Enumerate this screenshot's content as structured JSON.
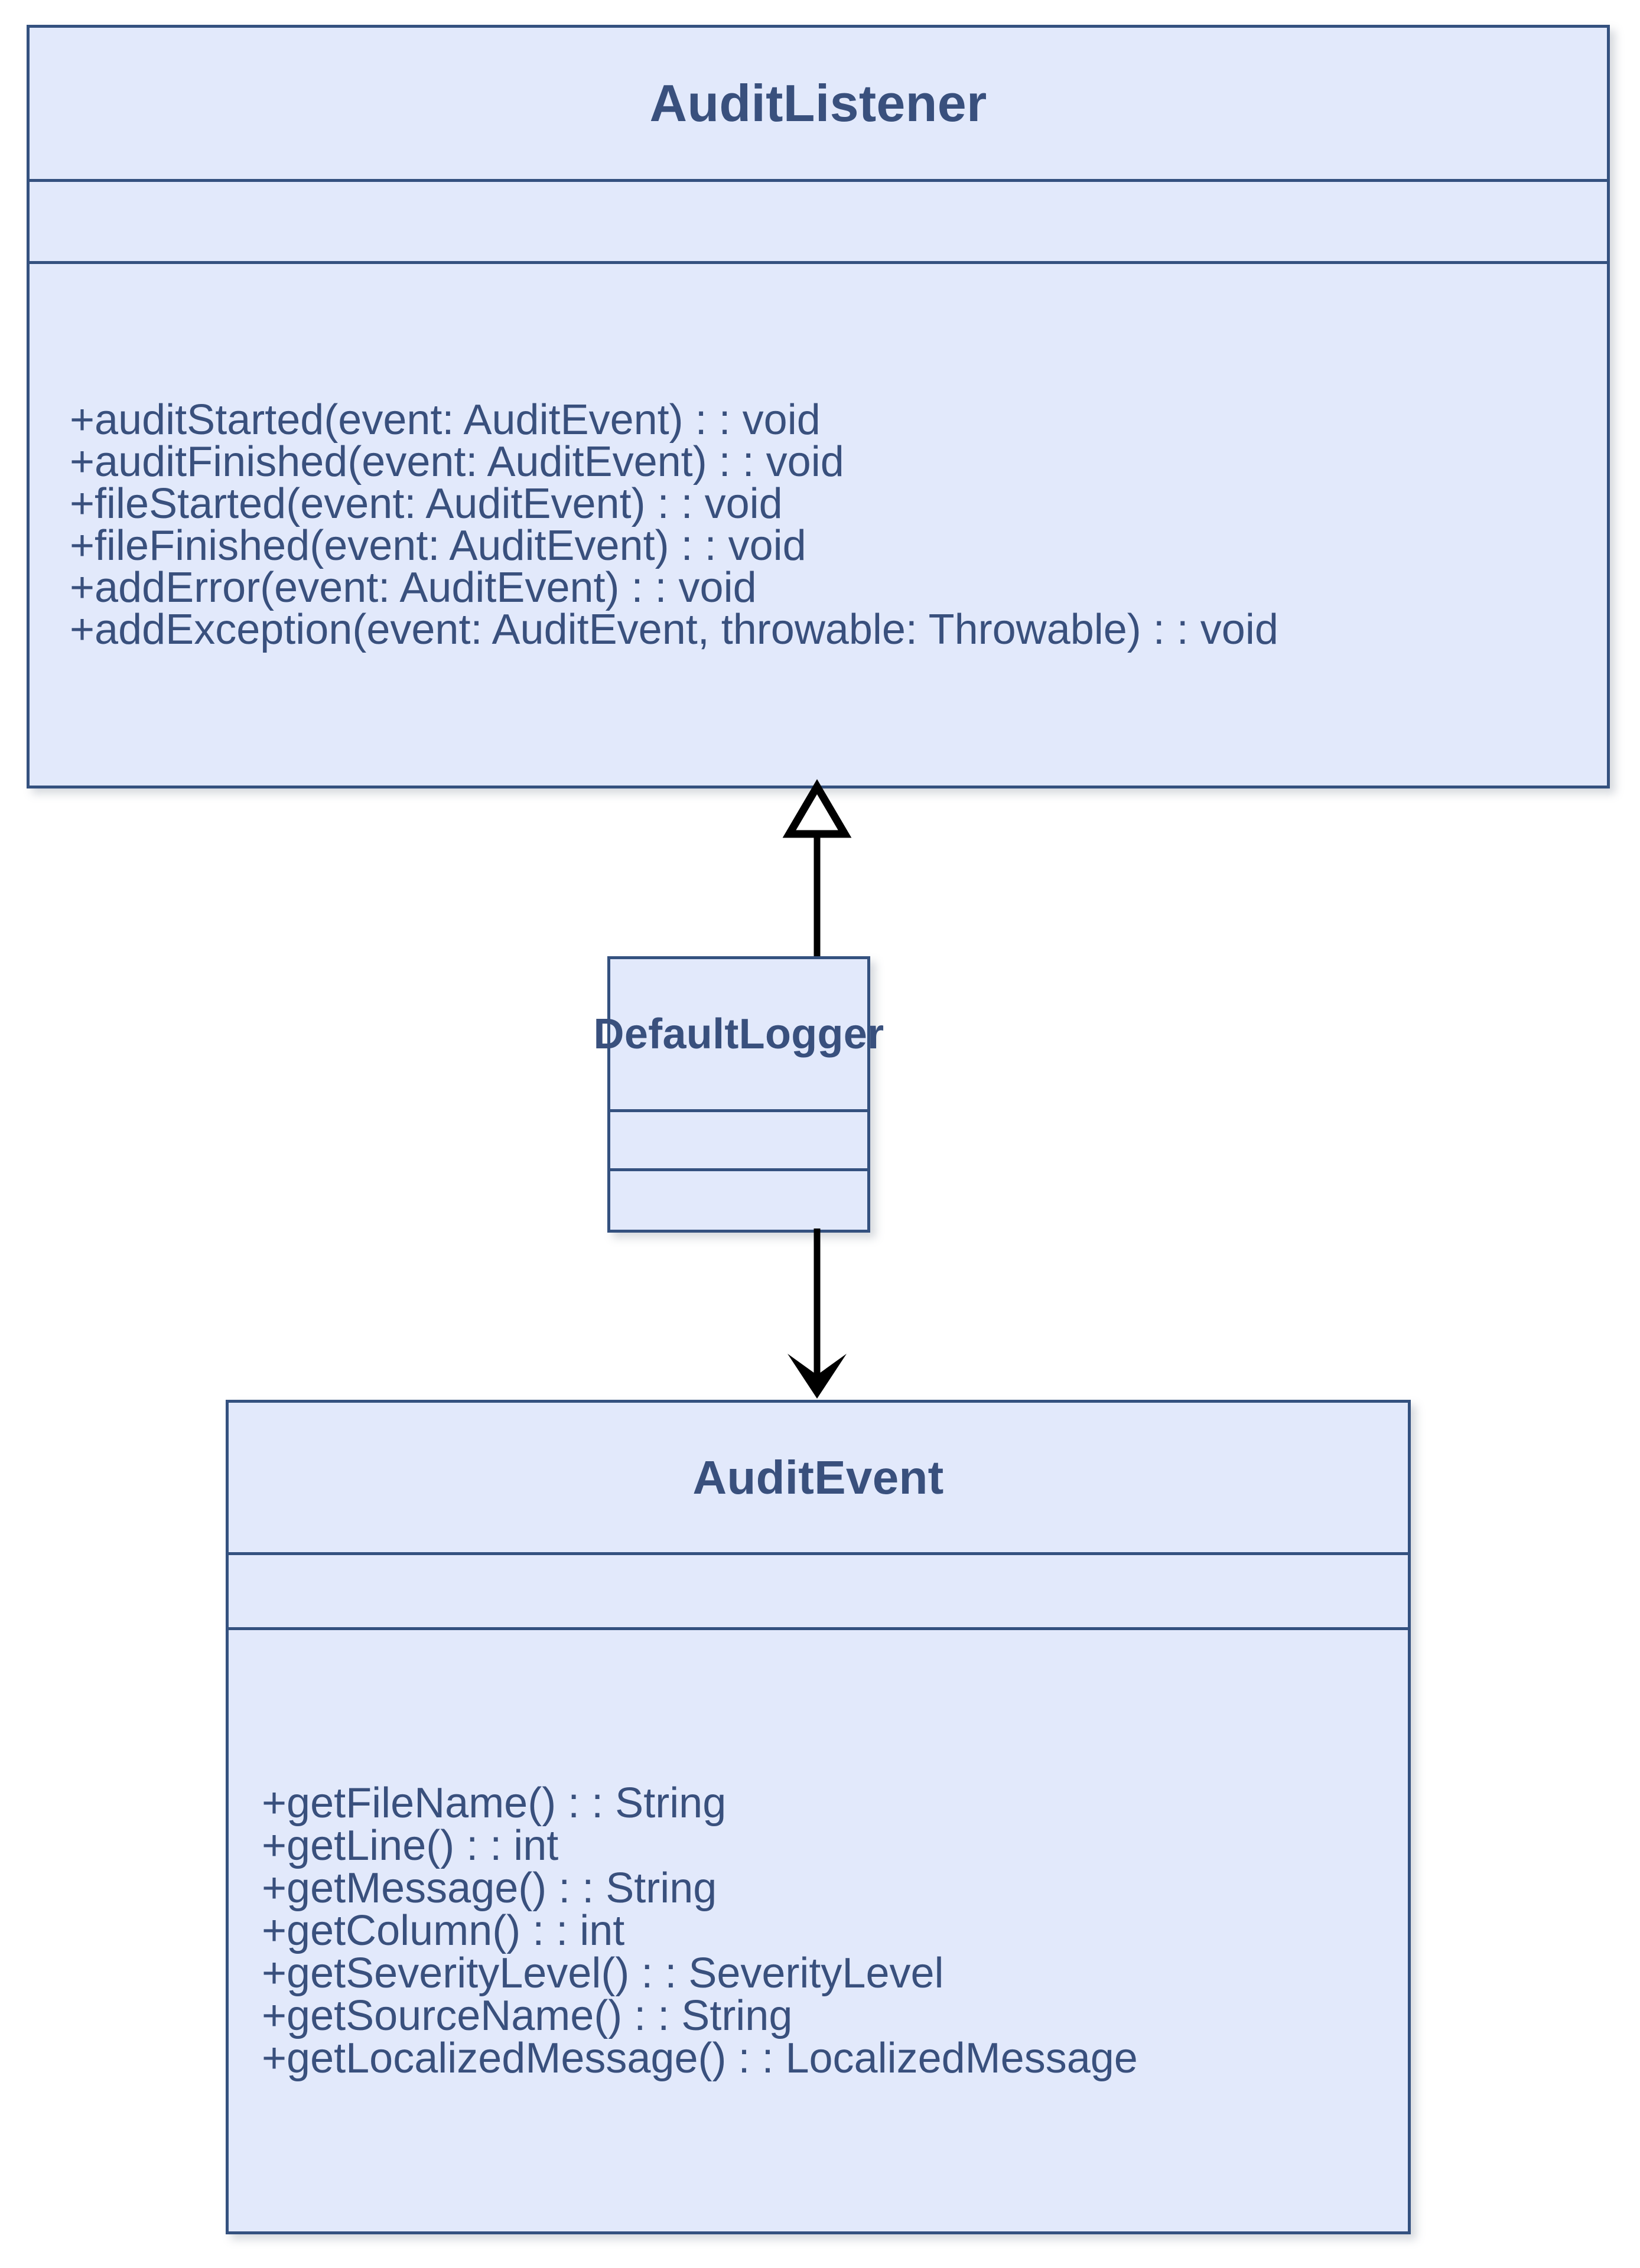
{
  "diagram": {
    "type": "uml-class-diagram",
    "colors": {
      "box_fill": "#E2E9FB",
      "box_border": "#34517F",
      "text": "#39507D",
      "connector": "#000000",
      "background": "#FFFFFF"
    },
    "classes": [
      {
        "id": "AuditListener",
        "name": "AuditListener",
        "attributes": [],
        "methods": [
          "+auditStarted(event: AuditEvent) : : void",
          "+auditFinished(event: AuditEvent) : : void",
          "+fileStarted(event: AuditEvent) : : void",
          "+fileFinished(event: AuditEvent) : : void",
          "+addError(event: AuditEvent) : : void",
          "+addException(event: AuditEvent, throwable: Throwable) : : void"
        ]
      },
      {
        "id": "DefaultLogger",
        "name": "DefaultLogger",
        "attributes": [],
        "methods": []
      },
      {
        "id": "AuditEvent",
        "name": "AuditEvent",
        "attributes": [],
        "methods": [
          "+getFileName() : : String",
          "+getLine() : : int",
          "+getMessage() : : String",
          "+getColumn() : : int",
          "+getSeverityLevel() : : SeverityLevel",
          "+getSourceName() : : String",
          "+getLocalizedMessage() : : LocalizedMessage"
        ]
      }
    ],
    "relationships": [
      {
        "kind": "generalization",
        "from": "DefaultLogger",
        "to": "AuditListener",
        "arrowhead": "hollow-triangle",
        "line": "solid",
        "direction": "up"
      },
      {
        "kind": "dependency",
        "from": "DefaultLogger",
        "to": "AuditEvent",
        "arrowhead": "open-arrow",
        "line": "solid",
        "direction": "down"
      }
    ]
  }
}
